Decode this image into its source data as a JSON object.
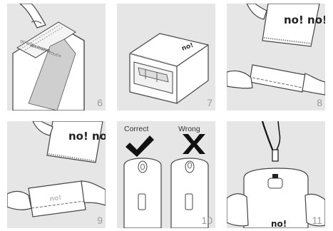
{
  "panels": [
    {
      "step": "6",
      "warning_label": "WARNING",
      "small_text_1": "DO NOT",
      "small_text_2": "TOUCH"
    },
    {
      "step": "7"
    },
    {
      "step": "8",
      "brand": "no! no!"
    },
    {
      "step": "9",
      "brand": "no! no!"
    },
    {
      "step": "10",
      "correct_label": "Correct",
      "wrong_label": "Wrong"
    },
    {
      "step": "11",
      "brand": "no!"
    }
  ]
}
